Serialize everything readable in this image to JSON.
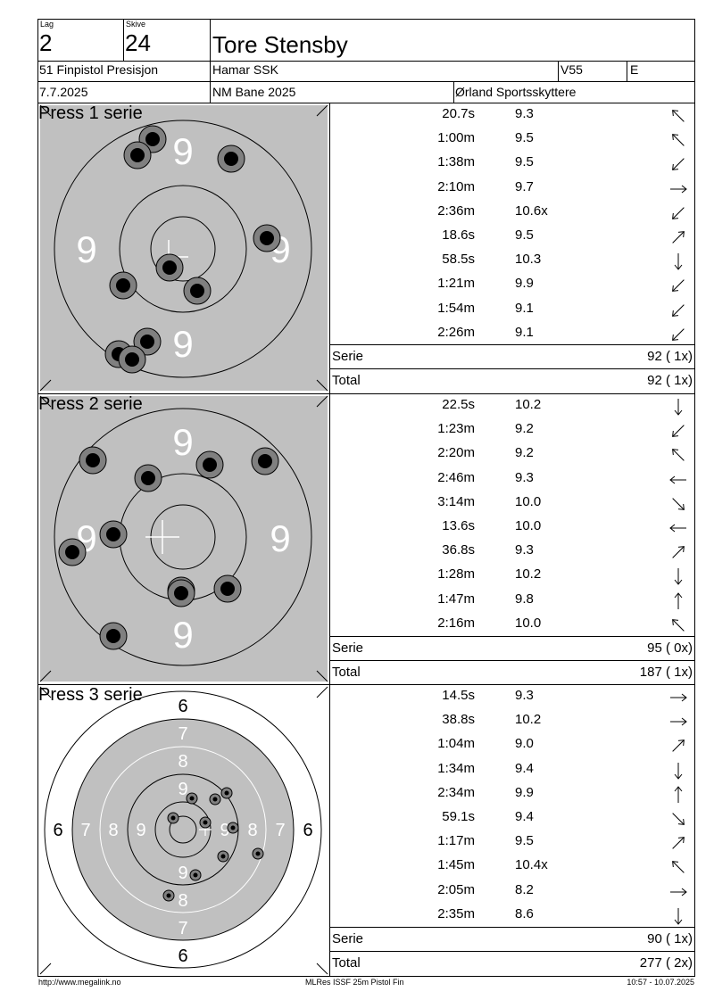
{
  "header": {
    "lag_label": "Lag",
    "lag_value": "2",
    "skive_label": "Skive",
    "skive_value": "24",
    "shooter_name": "Tore Stensby",
    "event": "51 Finpistol Presisjon",
    "club": "Hamar SSK",
    "class": "V55",
    "group": "E",
    "date": "7.7.2025",
    "competition": "NM Bane 2025",
    "venue": "Ørland Sportsskyttere"
  },
  "series": [
    {
      "title": "Press 1 serie",
      "target_type": "zoomed",
      "ring_numbers": [
        "9",
        "9",
        "9",
        "9"
      ],
      "shots": [
        {
          "time": "20.7s",
          "score": "9.3",
          "arrow": "up-left"
        },
        {
          "time": "1:00m",
          "score": "9.5",
          "arrow": "up-left"
        },
        {
          "time": "1:38m",
          "score": "9.5",
          "arrow": "down-left"
        },
        {
          "time": "2:10m",
          "score": "9.7",
          "arrow": "right"
        },
        {
          "time": "2:36m",
          "score": "10.6x",
          "arrow": "down-left"
        },
        {
          "time": "18.6s",
          "score": "9.5",
          "arrow": "up-right"
        },
        {
          "time": "58.5s",
          "score": "10.3",
          "arrow": "down"
        },
        {
          "time": "1:21m",
          "score": "9.9",
          "arrow": "down-left"
        },
        {
          "time": "1:54m",
          "score": "9.1",
          "arrow": "down-left"
        },
        {
          "time": "2:26m",
          "score": "9.1",
          "arrow": "down-left"
        }
      ],
      "serie_label": "Serie",
      "serie_value": "92 ( 1x)",
      "total_label": "Total",
      "total_value": "92 ( 1x)"
    },
    {
      "title": "Press 2 serie",
      "target_type": "zoomed",
      "ring_numbers": [
        "9",
        "9",
        "9",
        "9"
      ],
      "shots": [
        {
          "time": "22.5s",
          "score": "10.2",
          "arrow": "down"
        },
        {
          "time": "1:23m",
          "score": "9.2",
          "arrow": "down-left"
        },
        {
          "time": "2:20m",
          "score": "9.2",
          "arrow": "up-left"
        },
        {
          "time": "2:46m",
          "score": "9.3",
          "arrow": "left"
        },
        {
          "time": "3:14m",
          "score": "10.0",
          "arrow": "down-right"
        },
        {
          "time": "13.6s",
          "score": "10.0",
          "arrow": "left"
        },
        {
          "time": "36.8s",
          "score": "9.3",
          "arrow": "up-right"
        },
        {
          "time": "1:28m",
          "score": "10.2",
          "arrow": "down"
        },
        {
          "time": "1:47m",
          "score": "9.8",
          "arrow": "up"
        },
        {
          "time": "2:16m",
          "score": "10.0",
          "arrow": "up-left"
        }
      ],
      "serie_label": "Serie",
      "serie_value": "95 ( 0x)",
      "total_label": "Total",
      "total_value": "187 ( 1x)"
    },
    {
      "title": "Press 3 serie",
      "target_type": "full",
      "ring_numbers": [
        "6",
        "7",
        "8",
        "9",
        "9",
        "8",
        "7",
        "6",
        "6",
        "7",
        "8",
        "9",
        "9",
        "8",
        "7",
        "6"
      ],
      "shots": [
        {
          "time": "14.5s",
          "score": "9.3",
          "arrow": "right"
        },
        {
          "time": "38.8s",
          "score": "10.2",
          "arrow": "right"
        },
        {
          "time": "1:04m",
          "score": "9.0",
          "arrow": "up-right"
        },
        {
          "time": "1:34m",
          "score": "9.4",
          "arrow": "down"
        },
        {
          "time": "2:34m",
          "score": "9.9",
          "arrow": "up"
        },
        {
          "time": "59.1s",
          "score": "9.4",
          "arrow": "down-right"
        },
        {
          "time": "1:17m",
          "score": "9.5",
          "arrow": "up-right"
        },
        {
          "time": "1:45m",
          "score": "10.4x",
          "arrow": "up-left"
        },
        {
          "time": "2:05m",
          "score": "8.2",
          "arrow": "right"
        },
        {
          "time": "2:35m",
          "score": "8.6",
          "arrow": "down"
        }
      ],
      "serie_label": "Serie",
      "serie_value": "90 ( 1x)",
      "total_label": "Total",
      "total_value": "277 ( 2x)"
    }
  ],
  "footer": {
    "url": "http://www.megalink.no",
    "software": "MLRes ISSF 25m Pistol Fin",
    "timestamp": "10:57 - 10.07.2025"
  },
  "colors": {
    "target_gray": "#c0c0c0",
    "shot_ring": "#808080",
    "shot_center": "#000000",
    "line": "#000000"
  }
}
